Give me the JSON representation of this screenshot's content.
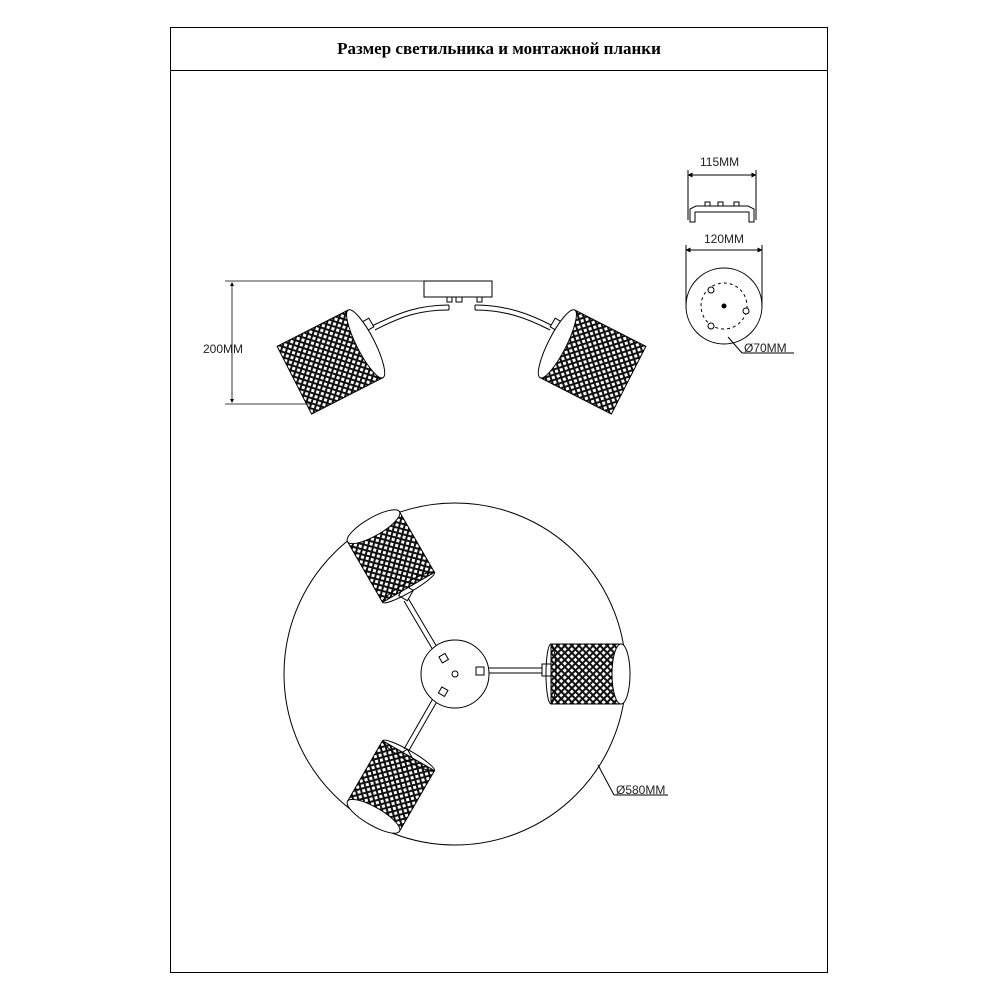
{
  "title": "Размер светильника и монтажной планки",
  "dimensions": {
    "height": "200MM",
    "bracket_width": "115MM",
    "canopy_width": "120MM",
    "canopy_bore": "Ø70MM",
    "overall_diameter": "Ø580MM"
  },
  "colors": {
    "line": "#000000",
    "shade": "#1f1f1f"
  }
}
